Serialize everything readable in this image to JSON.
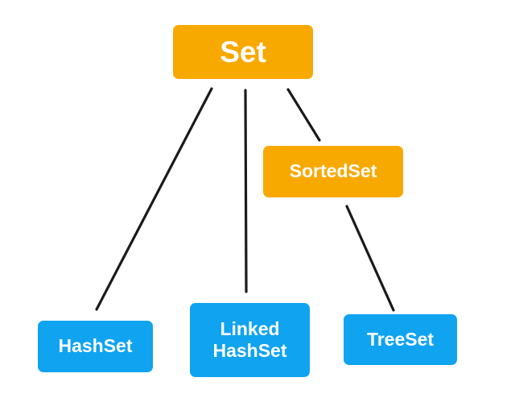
{
  "nodes": {
    "set": {
      "label": "Set",
      "color": "#F8A900"
    },
    "sorted_set": {
      "label": "SortedSet",
      "color": "#F8A900"
    },
    "hash_set": {
      "label": "HashSet",
      "color": "#0FA3F0"
    },
    "linked_hash_set": {
      "line1": "Linked",
      "line2": "HashSet",
      "color": "#0FA3F0"
    },
    "tree_set": {
      "label": "TreeSet",
      "color": "#0FA3F0"
    }
  },
  "edge_color": "#1a1a1a"
}
